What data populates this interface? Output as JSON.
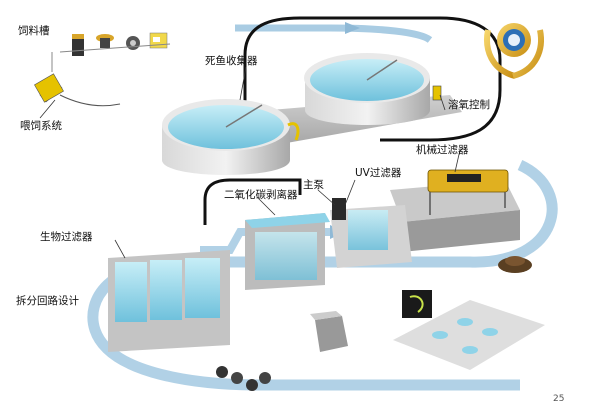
{
  "labels": {
    "feed_tank": "饲料槽",
    "feeding_system": "喂饲系统",
    "dead_fish_collector": "死鱼收集器",
    "oxygen_control": "溶氧控制",
    "mechanical_filter": "机械过滤器",
    "uv_filter": "UV过滤器",
    "main_pump": "主泵",
    "co2_stripper": "二氧化碳剥离器",
    "bio_filter": "生物过滤器",
    "split_loop_design": "拆分回路设计"
  },
  "page_number": "25",
  "colors": {
    "water_loop": "#a9cce3",
    "water_surface": "#8fd3e8",
    "concrete": "#bdbdbd",
    "drum_filter": "#e0b020",
    "pipe": "#111111"
  },
  "icons": [
    "award-laurel-logo-icon",
    "sludge-pile-icon",
    "bio-media-cube-icon",
    "media-rings-icon",
    "fish-icon"
  ]
}
